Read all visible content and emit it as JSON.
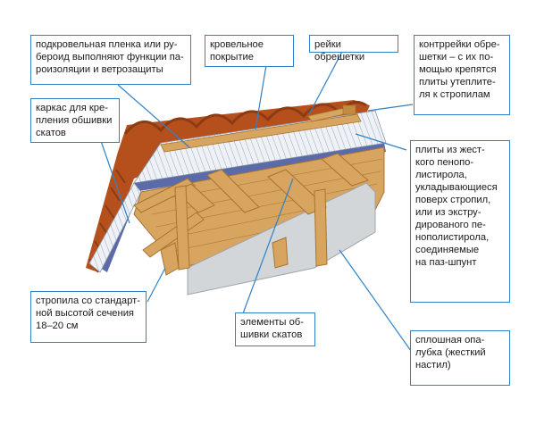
{
  "colors": {
    "leader": "#2f82c6",
    "roofing": "#b5501d",
    "wood": "#d7a55f",
    "wood_dark": "#a8742f",
    "insulation": "#e9eef4",
    "membrane": "#5b6aa8",
    "panel": "#d3d6d8"
  },
  "labels": {
    "membrane": "подкровельная пленка или ру-\nбероид выполняют функции па-\nроизоляции и ветрозащиты",
    "roofing": "кровельное\nпокрытие",
    "battens": "рейки обрешетки",
    "counter_battens": "контррейки обре-\nшетки – с их по-\nмощью крепятся\nплиты утеплите-\nля к стропилам",
    "frame": "каркас для кре-\nпления обшивки\nскатов",
    "insulation": "плиты из жест-\nкого пенопо-\nлистирола,\nукладывающиеся\nповерх стропил,\nили из экстру-\nдированого пе-\nнополистирола,\nсоединяемые\nна паз-шпунт",
    "rafters": "стропила со стандарт-\nной высотой сечения\n18–20 см",
    "cladding": "элементы об-\nшивки скатов",
    "decking": "сплошная опа-\nлубка (жесткий\nнастил)"
  }
}
